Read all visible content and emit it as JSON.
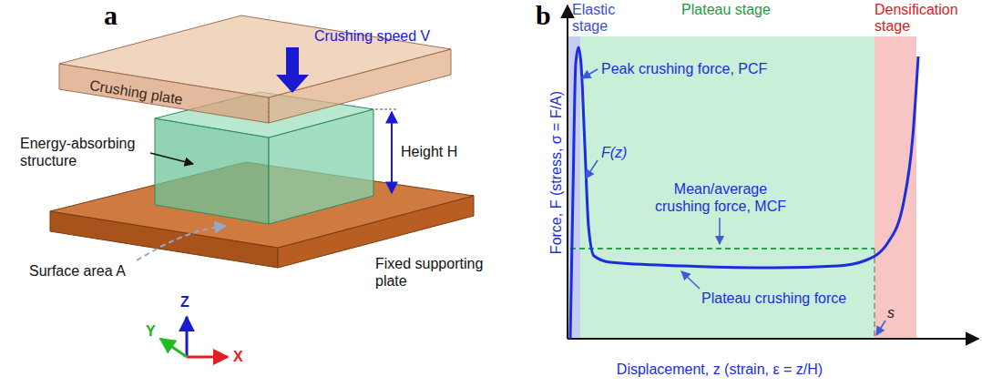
{
  "diagram": {
    "nodes": [
      {
        "text": [
          "Elastic stage"
        ]
      },
      {
        "text": [
          "Plateau stage"
        ]
      },
      {
        "text": [
          "Densification stage"
        ]
      }
    ],
    "labels": [
      "a",
      "b",
      "Crushing speed V",
      "Crushing plate",
      "Energy-absorbing structure",
      "Height H",
      "Surface area A",
      "Fixed supporting plate",
      "Z",
      "Y",
      "X",
      "Peak crushing force, PCF",
      "F(z)",
      "Mean/average crushing force, MCF",
      "Plateau crushing force",
      "Force, F (stress, σ = F/A)",
      "Displacement, z (strain, ε = z/H)",
      "s"
    ]
  }
}
